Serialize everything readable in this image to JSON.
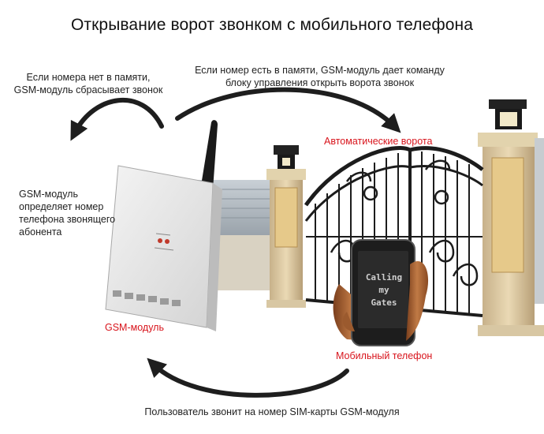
{
  "title": "Открывание ворот звонком с мобильного телефона",
  "notes": {
    "not_in_memory_line1": "Если номера нет в памяти,",
    "not_in_memory_line2": "GSM-модуль сбрасывает звонок",
    "in_memory_line1": "Если номер есть в памяти,  GSM-модуль дает команду",
    "in_memory_line2": "блоку управления открыть ворота звонок",
    "determines_line1": "GSM-модуль",
    "determines_line2": "определяет номер",
    "determines_line3": "телефона звонящего",
    "determines_line4": "абонента",
    "user_calls": "Пользователь звонит на номер SIM-карты GSM-модуля"
  },
  "labels": {
    "automatic_gates": "Автоматические ворота",
    "gsm_module": "GSM-модуль",
    "mobile_phone": "Мобильный телефон"
  },
  "phone_screen": {
    "line1": "Calling",
    "line2": "my",
    "line3": "Gates"
  },
  "colors": {
    "label_red": "#d8141c",
    "arrow": "#1e1e1e"
  }
}
